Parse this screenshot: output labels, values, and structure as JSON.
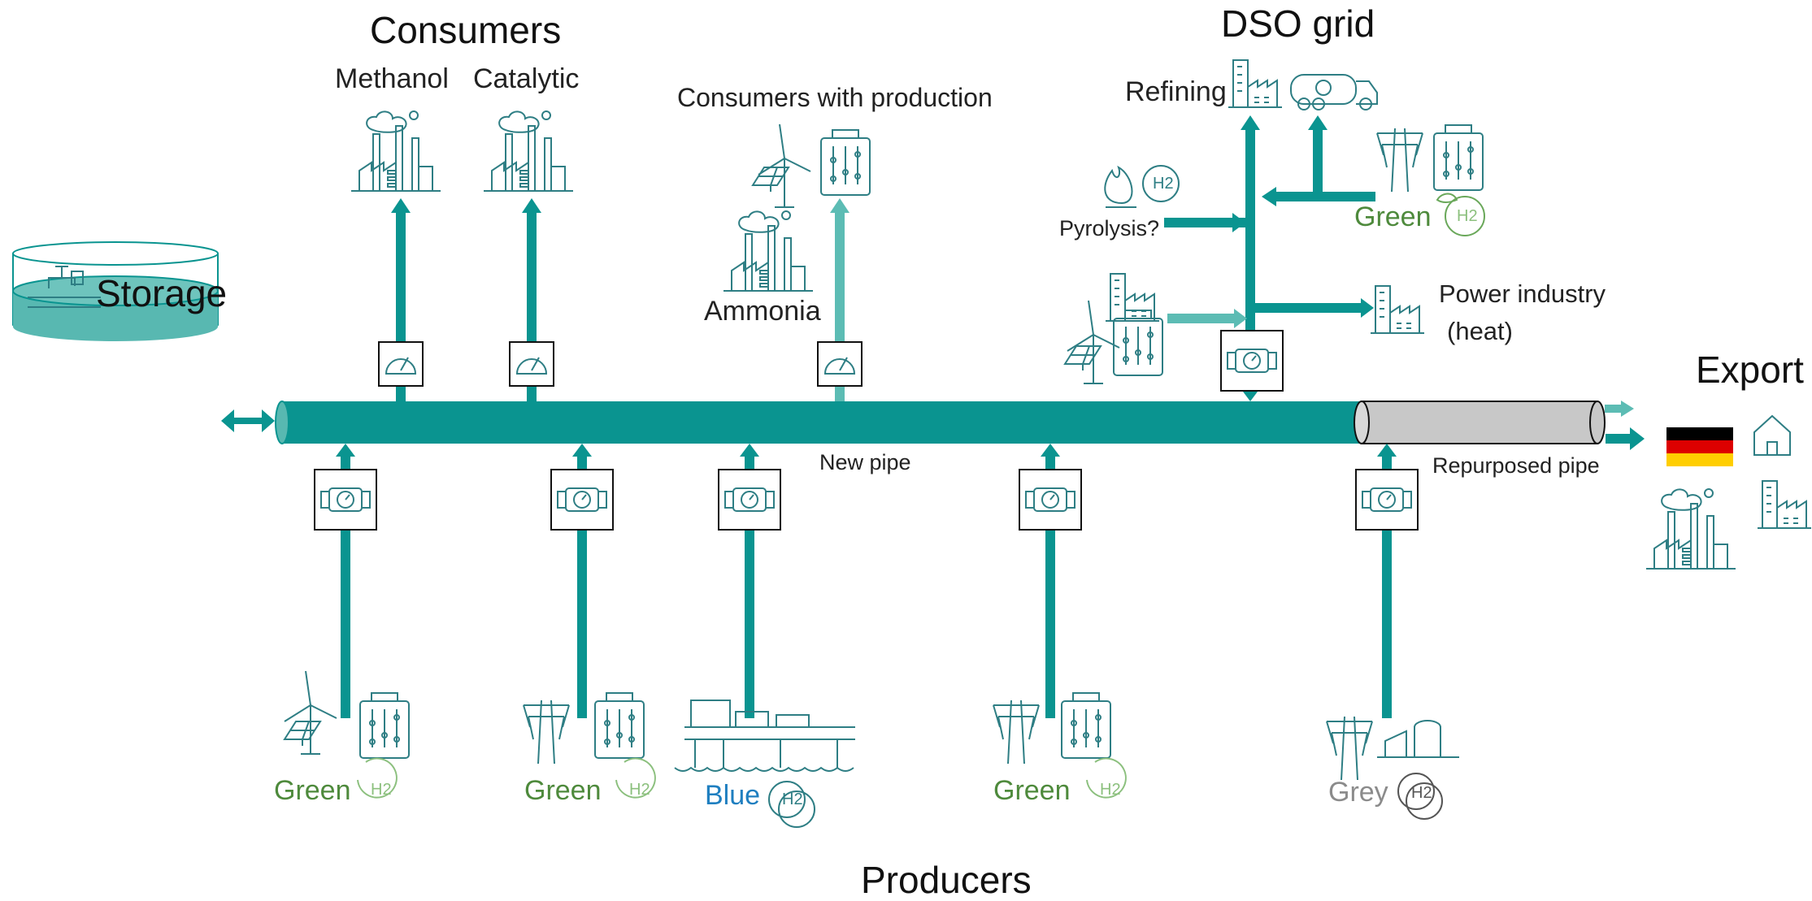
{
  "headings": {
    "consumers": "Consumers",
    "dso_grid": "DSO grid",
    "consumers_with_production": "Consumers with production",
    "producers": "Producers",
    "export": "Export",
    "storage": "Storage"
  },
  "consumers": {
    "methanol": "Methanol",
    "catalytic": "Catalytic",
    "ammonia": "Ammonia"
  },
  "dso": {
    "refining": "Refining",
    "pyrolysis": "Pyrolysis?",
    "green": "Green",
    "power_industry_line1": "Power industry",
    "power_industry_line2": "(heat)"
  },
  "pipes": {
    "new_pipe": "New pipe",
    "repurposed_pipe": "Repurposed pipe"
  },
  "producers": {
    "p1": "Green",
    "p2": "Green",
    "p3": "Blue",
    "p4": "Green",
    "p5": "Grey"
  },
  "h2_symbol": "H2",
  "colors": {
    "teal": "#0a9490",
    "teal_light": "#5cbcb4",
    "icon_line": "#2e7e84",
    "green_text": "#4e8a3c",
    "blue_text": "#1f7fc0",
    "grey_text": "#8b8b8b",
    "repurposed_pipe": "#c8c8c8"
  }
}
